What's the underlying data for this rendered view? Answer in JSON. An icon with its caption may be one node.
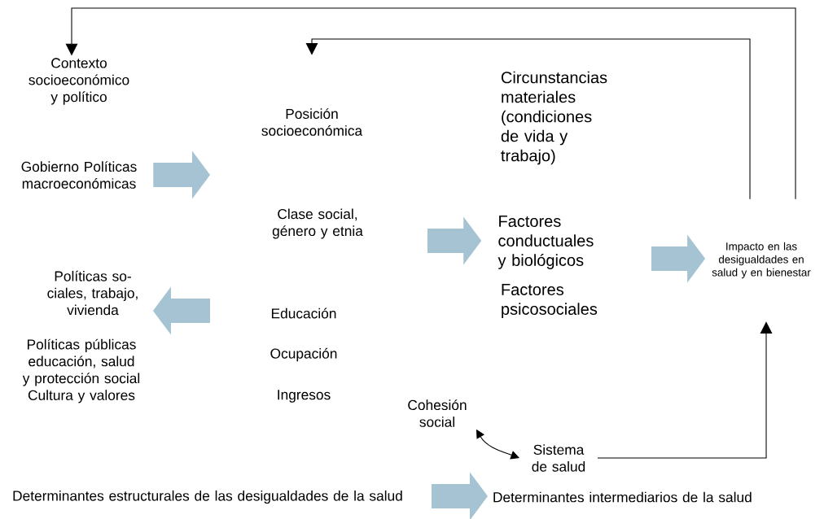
{
  "diagram": {
    "nodes": [
      {
        "text": [
          "Contexto socioeconómico y político"
        ]
      },
      {
        "text": [
          "Gobierno Políticas macroeconómicas"
        ]
      },
      {
        "text": [
          "Políticas so- ciales, trabajo, vivienda"
        ]
      },
      {
        "text": [
          "Políticas públicas educación, salud y protección social Cultura y valores"
        ]
      },
      {
        "text": [
          "Posición socioeconómica"
        ]
      },
      {
        "text": [
          "Clase social, género y etnia"
        ]
      },
      {
        "text": [
          "Educación"
        ]
      },
      {
        "text": [
          "Ocupación"
        ]
      },
      {
        "text": [
          "Ingresos"
        ]
      },
      {
        "text": [
          "Circunstancias materiales (condiciones de vida y trabajo)"
        ]
      },
      {
        "text": [
          "Factores conductuales y biológicos"
        ]
      },
      {
        "text": [
          "Factores psicosociales"
        ]
      },
      {
        "text": [
          "Impacto en las desigualdades en salud y en bienestar"
        ]
      },
      {
        "text": [
          "Cohesión social"
        ]
      },
      {
        "text": [
          "Sistema de salud"
        ]
      },
      {
        "text": [
          "Determinantes estructurales de las desigualdades de la salud"
        ]
      },
      {
        "text": [
          "Determinantes intermediarios de la salud"
        ]
      }
    ],
    "edges": [
      {
        "from": 12,
        "to": 0,
        "arrow": "to",
        "color": "#000000"
      },
      {
        "from": 12,
        "to": 4,
        "arrow": "to",
        "color": "#000000"
      },
      {
        "from": 1,
        "to": null,
        "arrow": "to"
      },
      {
        "from": null,
        "to": 2,
        "arrow": "to"
      },
      {
        "from": null,
        "to": 10,
        "arrow": "to"
      },
      {
        "from": null,
        "to": 12,
        "arrow": "to"
      },
      {
        "from": null,
        "to": 16,
        "arrow": "to"
      },
      {
        "from": 13,
        "to": 14,
        "arrow": "both",
        "color": "#000000"
      },
      {
        "from": 14,
        "to": 12,
        "arrow": "to",
        "color": "#000000"
      }
    ]
  }
}
